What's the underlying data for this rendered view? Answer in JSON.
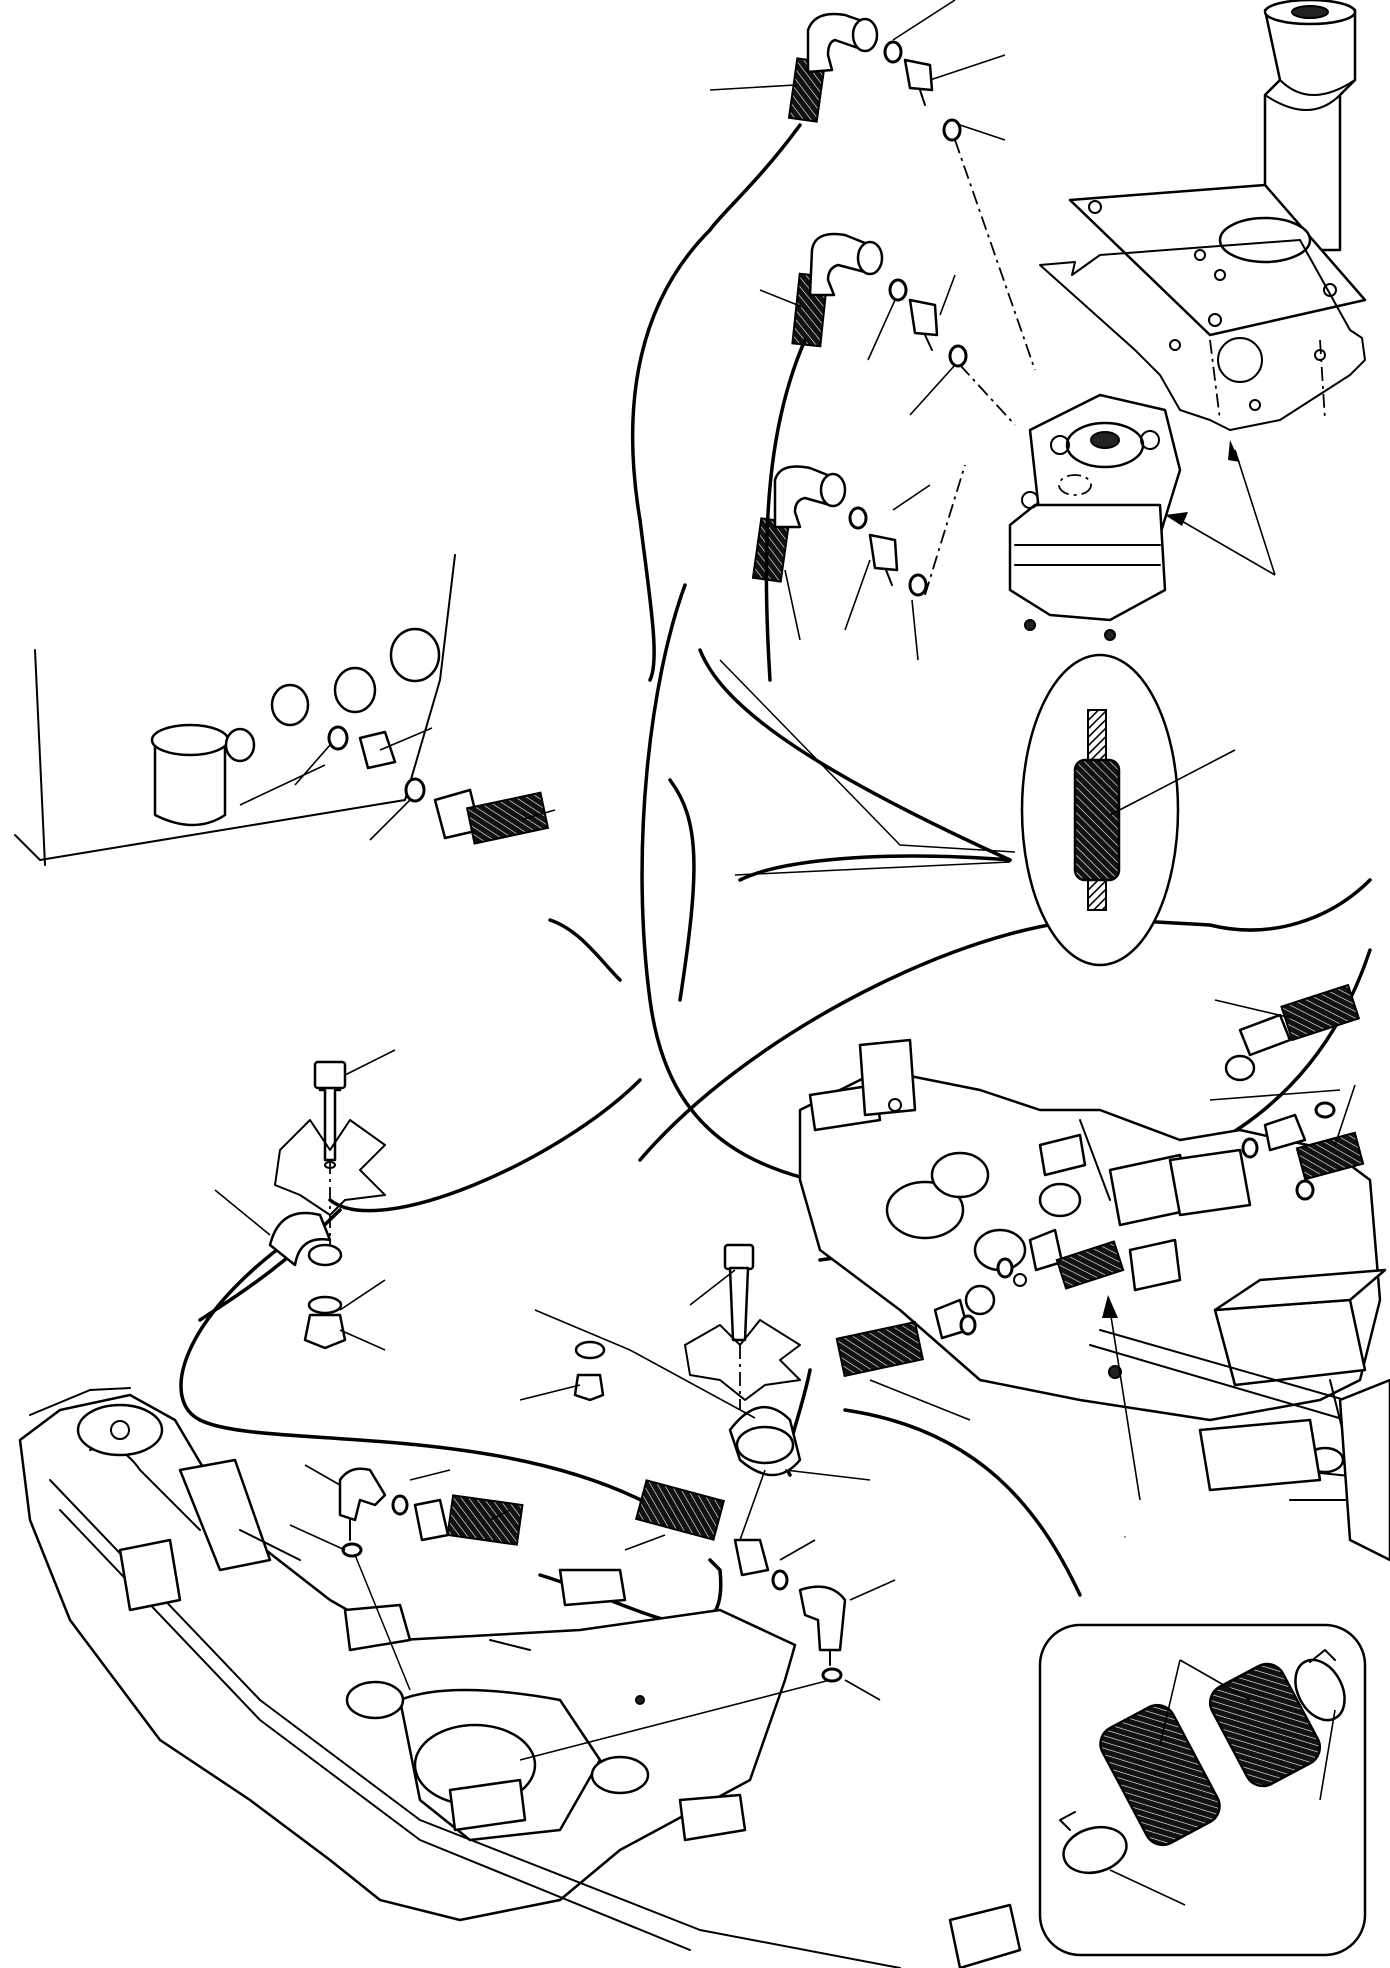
{
  "diagram": {
    "stray_mark": "·"
  },
  "icons": {
    "hose_pattern": "crosshatch-fill",
    "clamp": "hose-clamp",
    "fitting": "elbow-fitting"
  },
  "colors": {
    "line": "#000000",
    "background": "#ffffff",
    "hose_fill": "#222222"
  }
}
